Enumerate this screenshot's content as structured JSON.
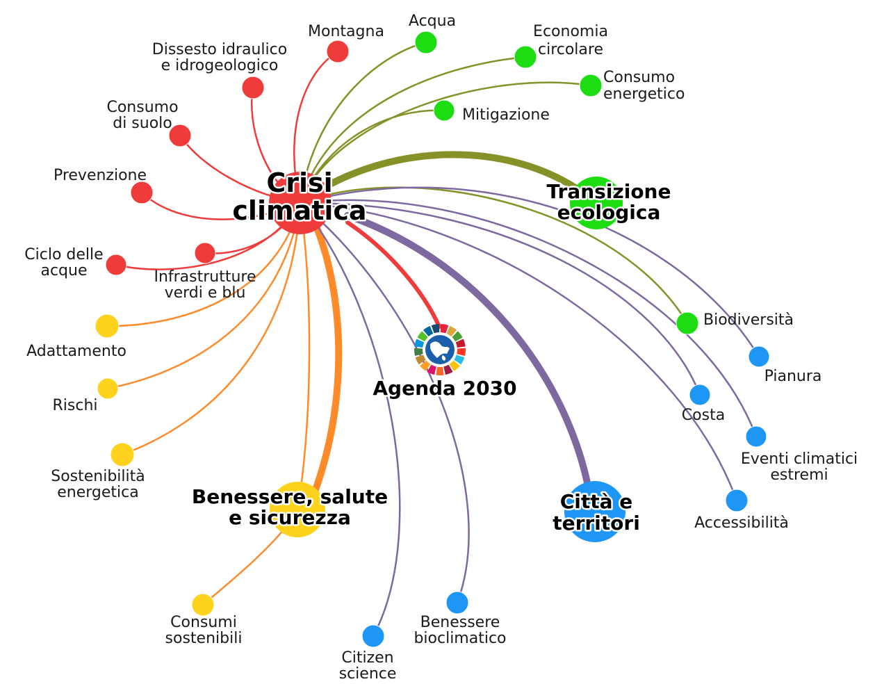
{
  "colors": {
    "red": "#f03b3b",
    "green": "#1ddd12",
    "yellow": "#ffd21e",
    "blue": "#1e96f5",
    "orange_link": "#ff8a2a",
    "olive_link": "#869128",
    "purple_link": "#7d68a0"
  },
  "hubs": {
    "crisi": [
      "Crisi",
      "climatica"
    ],
    "transizione": [
      "Transizione",
      "ecologica"
    ],
    "benessere": [
      "Benessere, salute",
      "e sicurezza"
    ],
    "citta": [
      "Città e",
      "territori"
    ],
    "agenda": [
      "Agenda 2030"
    ]
  },
  "agenda_logo": "sdg-wheel-globe-icon",
  "nodes": {
    "montagna": [
      "Montagna"
    ],
    "dissesto": [
      "Dissesto idraulico",
      "e idrogeologico"
    ],
    "consumo_suolo": [
      "Consumo",
      "di suolo"
    ],
    "prevenzione": [
      "Prevenzione"
    ],
    "ciclo_acque": [
      "Ciclo delle",
      "acque"
    ],
    "infrastrutture": [
      "Infrastrutture",
      "verdi e blu"
    ],
    "acqua": [
      "Acqua"
    ],
    "economia": [
      "Economia",
      "circolare"
    ],
    "consumo_energetico": [
      "Consumo",
      "energetico"
    ],
    "mitigazione": [
      "Mitigazione"
    ],
    "biodiversita": [
      "Biodiversità"
    ],
    "adattamento": [
      "Adattamento"
    ],
    "rischi": [
      "Rischi"
    ],
    "sostenibilita": [
      "Sostenibilità",
      "energetica"
    ],
    "consumi_sost": [
      "Consumi",
      "sostenibili"
    ],
    "pianura": [
      "Pianura"
    ],
    "costa": [
      "Costa"
    ],
    "eventi": [
      "Eventi climatici",
      "estremi"
    ],
    "accessibilita": [
      "Accessibilità"
    ],
    "benessere_bio": [
      "Benessere",
      "bioclimatico"
    ],
    "citizen": [
      "Citizen",
      "science"
    ]
  }
}
